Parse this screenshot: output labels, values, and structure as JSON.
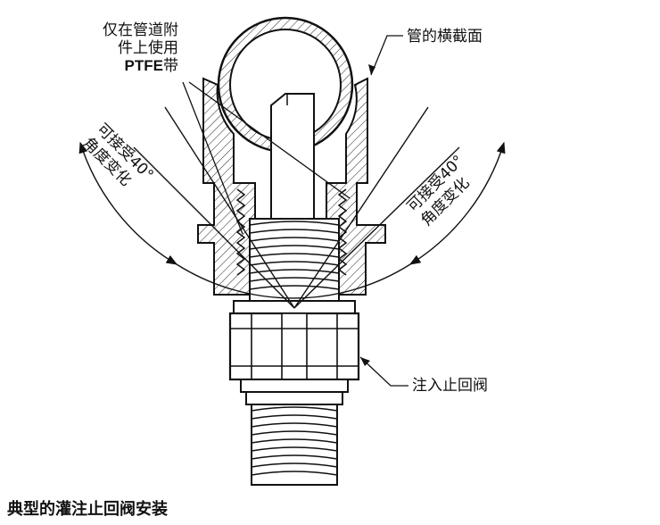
{
  "labels": {
    "ptfe_line1": "仅在管道附",
    "ptfe_line2": "件上使用",
    "ptfe_line3_bold": "PTFE",
    "ptfe_line3_rest": "带",
    "pipe_section": "管的横截面",
    "angle_left_line1": "可接受40°",
    "angle_left_line2": "角度变化",
    "angle_right_line1": "可接受40°",
    "angle_right_line2": "角度变化",
    "valve": "注入止回阀"
  },
  "caption": "典型的灌注止回阀安装"
}
